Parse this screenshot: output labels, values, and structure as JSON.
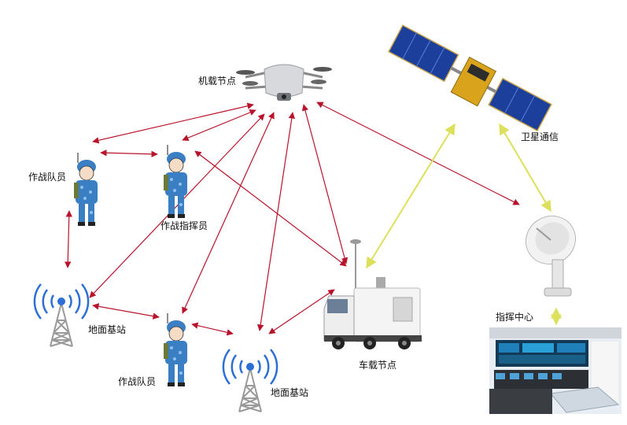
{
  "labels": {
    "drone": "机载节点",
    "satellite": "卫星通信",
    "soldier_left": "作战队员",
    "commander": "作战指挥员",
    "base_left": "地面基站",
    "soldier_bottom": "作战队员",
    "base_bottom": "地面基站",
    "vehicle": "车载节点",
    "command_center": "指挥中心"
  },
  "colors": {
    "link_red": "#b8132a",
    "link_yellow": "#dde05a",
    "uniform": "#3a7fc4",
    "signal_blue": "#2b6fd6"
  },
  "icons": [
    "drone-icon",
    "satellite-icon",
    "soldier-icon",
    "antenna-tower-icon",
    "truck-icon",
    "dish-antenna-icon",
    "control-room-icon"
  ]
}
